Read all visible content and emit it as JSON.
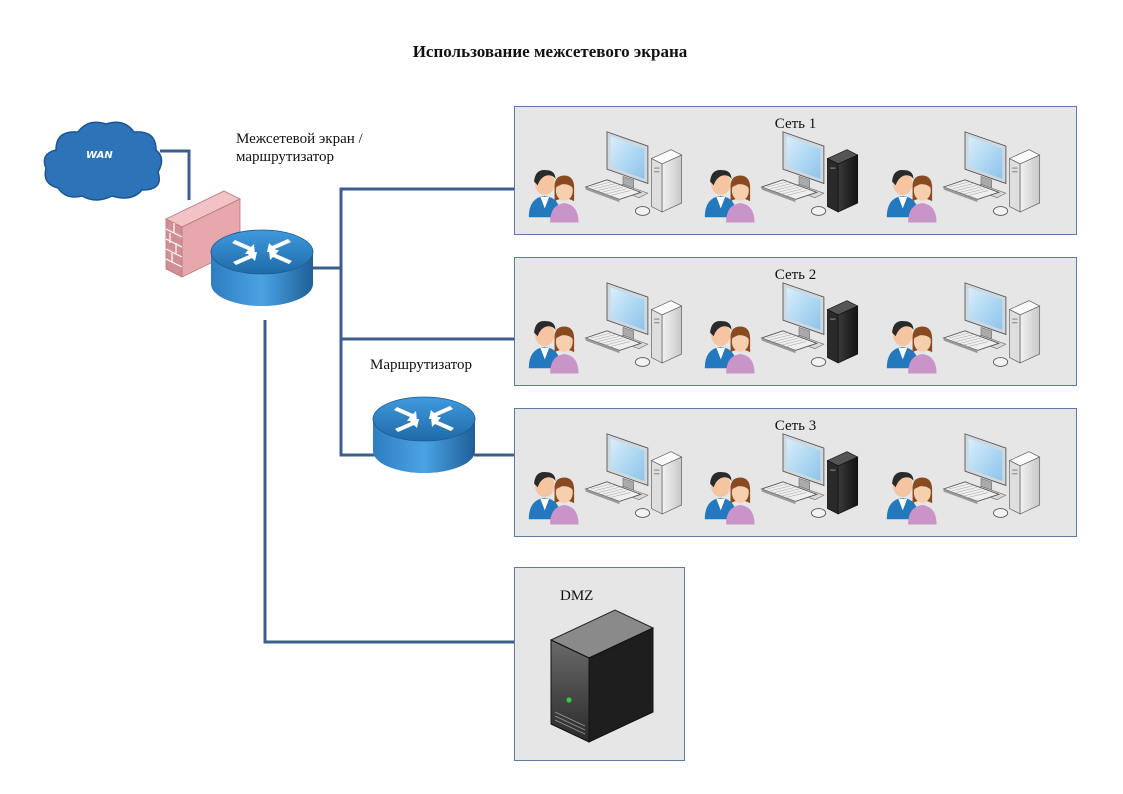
{
  "title": "Использование межсетевого экрана",
  "wan": {
    "label": "WAN"
  },
  "firewall_router": {
    "label": "Межсетевой экран / маршрутизатор"
  },
  "router": {
    "label": "Маршрутизатор"
  },
  "networks": [
    {
      "title": "Сеть 1"
    },
    {
      "title": "Сеть 2"
    },
    {
      "title": "Сеть 3"
    }
  ],
  "dmz": {
    "title": "DMZ"
  },
  "colors": {
    "line": "#3a5f8f",
    "box_border": "#5b7ca8",
    "box_fill": "#e6e6e6",
    "router_blue": "#2f7fc1",
    "cloud_blue": "#2c73b8",
    "brick": "#e6a7ad"
  }
}
